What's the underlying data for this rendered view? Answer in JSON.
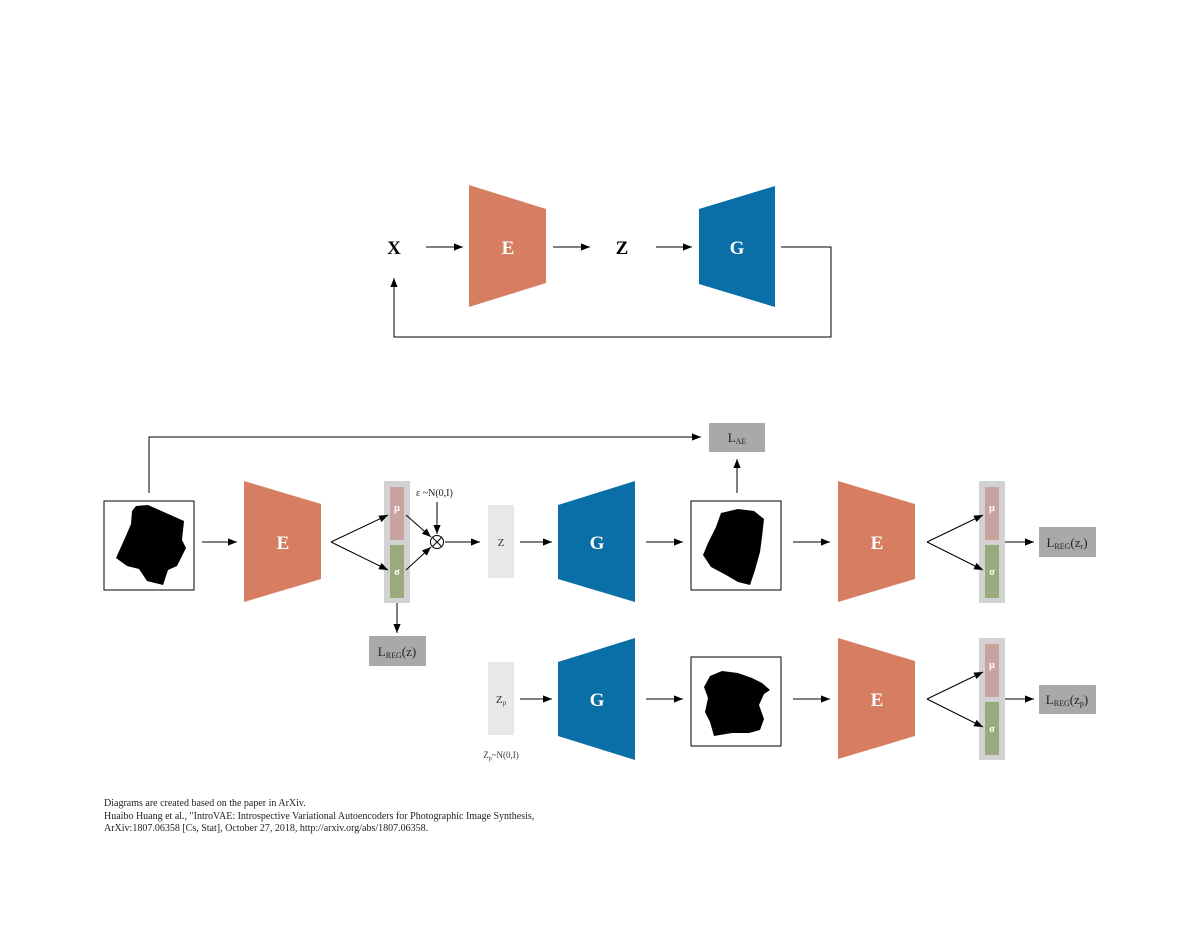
{
  "top_diagram": {
    "x_label": "X",
    "encoder_label": "E",
    "z_label": "Z",
    "generator_label": "G"
  },
  "bottom_diagram": {
    "encoder_label": "E",
    "generator_label": "G",
    "mu_label": "μ",
    "sigma_label": "σ",
    "epsilon_label": "ε ~N(0,I)",
    "z_label": "Z",
    "zp_main": "Z",
    "zp_sub": "p",
    "zp_dist_main": "Z",
    "zp_dist_sub": "p",
    "zp_dist_rest": "~N(0,I)",
    "l_ae_main": "L",
    "l_ae_sub": "AE",
    "l_reg_z_main": "L",
    "l_reg_z_sub": "REG",
    "l_reg_z_arg": "(z)",
    "l_reg_zr_main": "L",
    "l_reg_zr_sub": "REG",
    "l_reg_zr_arg_open": "(z",
    "l_reg_zr_arg_sub": "r",
    "l_reg_zr_arg_close": ")",
    "l_reg_zp_main": "L",
    "l_reg_zp_sub": "REG",
    "l_reg_zp_arg_open": "(z",
    "l_reg_zp_arg_sub": "p",
    "l_reg_zp_arg_close": ")"
  },
  "footnote": {
    "line1": "Diagrams are created based on the paper in ArXiv.",
    "line2": "Huaibo Huang et al.,   \"IntroVAE: Introspective Variational Autoencoders for Photographic Image Synthesis,",
    "line3": "ArXiv:1807.06358 [Cs, Stat], October 27, 2018, http://arxiv.org/abs/1807.06358."
  },
  "colors": {
    "encoder": "#d67d62",
    "generator": "#0a6fa6",
    "mu_bar": "#c9a3a0",
    "sigma_bar": "#9aaa7c",
    "latent_panel": "#d2d2d2",
    "loss_box": "#a9a9a9",
    "z_box": "#e8e8e8"
  }
}
